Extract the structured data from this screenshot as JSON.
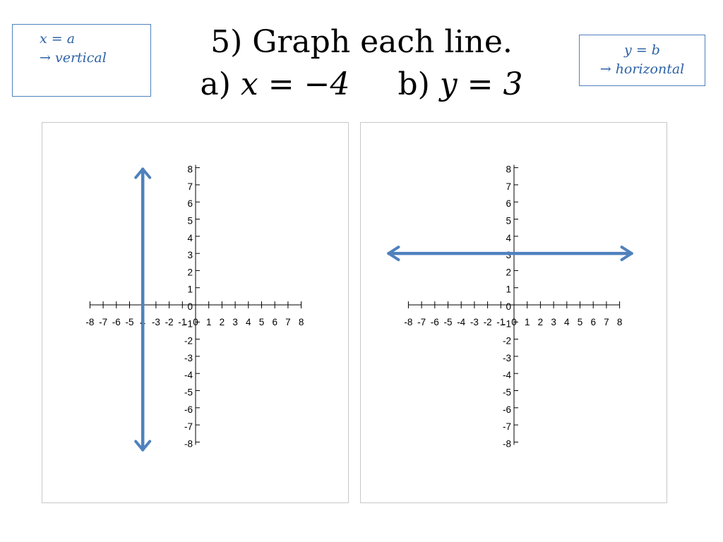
{
  "hints": {
    "left": {
      "line1": "x = a",
      "line2": "→ vertical"
    },
    "right": {
      "line1": "y = b",
      "line2": "→ horizontal"
    }
  },
  "title": {
    "line1": "5)  Graph each line.",
    "part_a_label": "a)",
    "part_a_eq": "x = −4",
    "part_b_label": "b)",
    "part_b_eq": "y = 3"
  },
  "line_color": "#4f81bd",
  "chart_data": [
    {
      "type": "line",
      "title": "",
      "xlim": [
        -8,
        8
      ],
      "ylim": [
        -8,
        8
      ],
      "x_ticks": [
        -8,
        -7,
        -6,
        -5,
        -4,
        -3,
        -2,
        -1,
        0,
        1,
        2,
        3,
        4,
        5,
        6,
        7,
        8
      ],
      "y_ticks": [
        8,
        7,
        6,
        5,
        4,
        3,
        2,
        1,
        0,
        -1,
        -2,
        -3,
        -4,
        -5,
        -6,
        -7,
        -8
      ],
      "x_tick_labels": [
        "-8",
        "-7",
        "-6",
        "-5",
        "4",
        "-3",
        "-2",
        "-1",
        "0",
        "1",
        "2",
        "3",
        "4",
        "5",
        "6",
        "7",
        "8"
      ],
      "y_tick_labels": [
        "8",
        "7",
        "6",
        "5",
        "4",
        "3",
        "2",
        "1",
        "0",
        "-1",
        "-2",
        "-3",
        "-4",
        "-5",
        "-6",
        "-7",
        "-8"
      ],
      "series": [
        {
          "kind": "vertical",
          "x": -4,
          "y_range": [
            -8,
            8
          ],
          "arrows": true
        }
      ]
    },
    {
      "type": "line",
      "title": "",
      "xlim": [
        -8,
        8
      ],
      "ylim": [
        -8,
        8
      ],
      "x_ticks": [
        -8,
        -7,
        -6,
        -5,
        -4,
        -3,
        -2,
        -1,
        0,
        1,
        2,
        3,
        4,
        5,
        6,
        7,
        8
      ],
      "y_ticks": [
        8,
        7,
        6,
        5,
        4,
        3,
        2,
        1,
        0,
        -1,
        -2,
        -3,
        -4,
        -5,
        -6,
        -7,
        -8
      ],
      "x_tick_labels": [
        "-8",
        "-7",
        "-6",
        "-5",
        "-4",
        "-3",
        "-2",
        "-1",
        "0",
        "1",
        "2",
        "3",
        "4",
        "5",
        "6",
        "7",
        "8"
      ],
      "y_tick_labels": [
        "8",
        "7",
        "6",
        "5",
        "4",
        "3",
        "2",
        "1",
        "0",
        "-1",
        "-2",
        "-3",
        "-4",
        "-5",
        "-6",
        "-7",
        "-8"
      ],
      "series": [
        {
          "kind": "horizontal",
          "y": 3,
          "x_range": [
            -8.8,
            8.8
          ],
          "arrows": true
        }
      ]
    }
  ]
}
